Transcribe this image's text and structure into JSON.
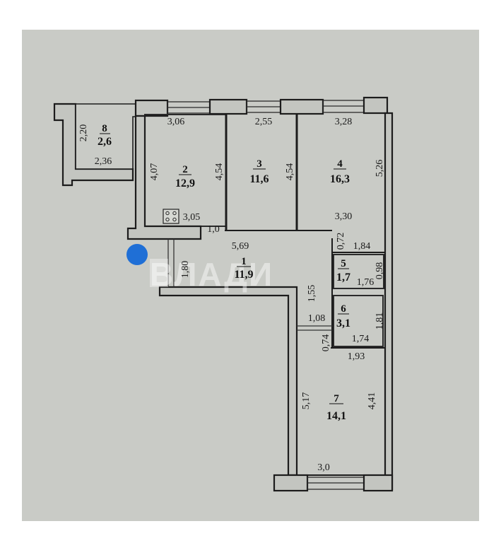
{
  "plan": {
    "rooms": [
      {
        "id": "1",
        "area": "11,9"
      },
      {
        "id": "2",
        "area": "12,9"
      },
      {
        "id": "3",
        "area": "11,6"
      },
      {
        "id": "4",
        "area": "16,3"
      },
      {
        "id": "5",
        "area": "1,7"
      },
      {
        "id": "6",
        "area": "3,1"
      },
      {
        "id": "7",
        "area": "14,1"
      },
      {
        "id": "8",
        "area": "2,6"
      }
    ],
    "dimensions": {
      "r8_height": "2,20",
      "r8_width": "2,36",
      "r2_top": "3,06",
      "r2_left": "4,07",
      "r2_right": "4,54",
      "r2_bottom": "3,05",
      "r2_door": "1,0",
      "r3_top": "2,55",
      "r3_left": "4,54",
      "r4_top": "3,28",
      "r4_right": "5,26",
      "r4_bottom": "3,30",
      "hall_len": "5,69",
      "hall_w": "1,80",
      "corridor": "1,55",
      "corridor_w": "1,08",
      "corridor_b": "0,74",
      "r5_top": "0,72",
      "r5_w_top": "1,84",
      "r5_h": "0,98",
      "r5_w": "1,76",
      "r6_h": "1,81",
      "r6_w": "1,74",
      "r7_top": "1,93",
      "r7_left": "5,17",
      "r7_right": "4,41",
      "r7_bottom": "3,0"
    },
    "icons": {
      "stove": "stove-icon"
    },
    "watermark": "ВЛАДИ",
    "marker_color": "#1f6fd6"
  }
}
